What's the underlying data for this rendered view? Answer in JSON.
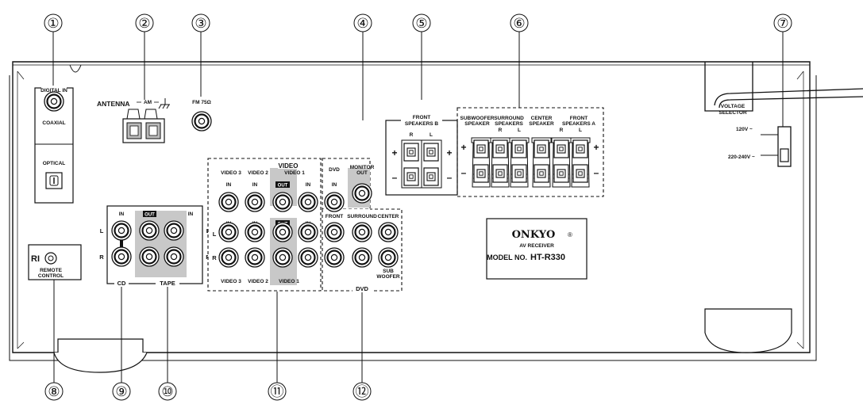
{
  "callouts": [
    "①",
    "②",
    "③",
    "④",
    "⑤",
    "⑥",
    "⑦",
    "⑧",
    "⑨",
    "⑩",
    "⑪",
    "⑫"
  ],
  "digital_in": {
    "title": "DIGITAL IN",
    "coaxial": "COAXIAL",
    "optical": "OPTICAL"
  },
  "antenna": {
    "label": "ANTENNA",
    "am": "AM",
    "fm": "FM 75Ω"
  },
  "remote": {
    "ri": "RI",
    "line1": "REMOTE",
    "line2": "CONTROL"
  },
  "cd_tape": {
    "in_left": "IN",
    "out": "OUT",
    "in_right": "IN",
    "L": "L",
    "R": "R",
    "cd": "CD",
    "tape": "TAPE"
  },
  "video": {
    "title": "VIDEO",
    "video3": "VIDEO 3",
    "video2": "VIDEO 2",
    "video1": "VIDEO 1",
    "in": "IN",
    "out": "OUT",
    "L": "L",
    "R": "R"
  },
  "dvd": {
    "dvd": "DVD",
    "in": "IN",
    "monitor": "MONITOR",
    "monitor_out": "OUT",
    "front": "FRONT",
    "surround": "SURROUND",
    "center": "CENTER",
    "sub": "SUB",
    "woofer": "WOOFER",
    "bottom": "DVD"
  },
  "speakers_b": {
    "line1": "FRONT",
    "line2": "SPEAKERS B",
    "R": "R",
    "L": "L",
    "plus": "+",
    "minus": "–"
  },
  "speakers_a": {
    "sub1": "SUBWOOFER",
    "sub2": "SPEAKER",
    "sur1": "SURROUND",
    "sur2": "SPEAKERS",
    "cen1": "CENTER",
    "cen2": "SPEAKER",
    "fro1": "FRONT",
    "fro2": "SPEAKERS A",
    "R": "R",
    "L": "L",
    "plus": "+",
    "minus": "–"
  },
  "voltage": {
    "line1": "VOLTAGE",
    "line2": "SELECTOR",
    "v120": "120V ~",
    "v220": "220-240V ~"
  },
  "label_plate": {
    "brand": "ONKYO",
    "reg": "®",
    "type": "AV RECEIVER",
    "model_prefix": "MODEL NO.",
    "model": "HT-R330"
  }
}
